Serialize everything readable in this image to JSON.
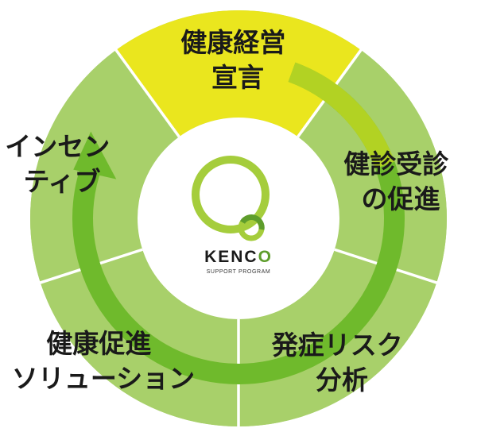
{
  "colors": {
    "highlight_segment": "#EAE61E",
    "segment": "#A8D06A",
    "divider": "#FFFFFF",
    "center": "#FFFFFF",
    "arrow": "#6FBA2C",
    "logo_ring": "#A5CD3C",
    "logo_ring_dark": "#5E9D2C",
    "text": "#1A1A1A"
  },
  "segments": [
    {
      "id": "declaration",
      "lines": [
        "健康経営",
        "宣言"
      ],
      "highlight": true
    },
    {
      "id": "checkup",
      "lines": [
        "健診受診",
        "の促進"
      ],
      "highlight": false
    },
    {
      "id": "risk",
      "lines": [
        "発症リスク",
        "分析"
      ],
      "highlight": false
    },
    {
      "id": "solution",
      "lines": [
        "健康促進",
        "ソリューション"
      ],
      "highlight": false
    },
    {
      "id": "incentive",
      "lines": [
        "インセン",
        "ティブ"
      ],
      "highlight": false
    }
  ],
  "logo": {
    "name_prefix": "KENC",
    "name_suffix": "O",
    "tagline": "SUPPORT PROGRAM",
    "icon": "kenco-ring-logo-icon"
  },
  "arrow_icon": "cycle-arrow-icon"
}
